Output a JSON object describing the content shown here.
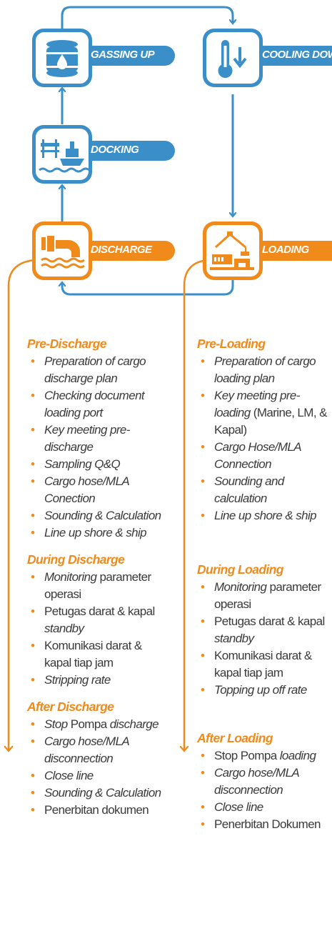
{
  "colors": {
    "blue": "#3a8fc9",
    "orange": "#f08a1a",
    "text": "#3a3a3a"
  },
  "stages": {
    "gassing_up": {
      "label": "GASSING UP",
      "icon": "oil-barrel-icon"
    },
    "cooling_down": {
      "label": "COOLING DOWN",
      "icon": "thermometer-down-icon"
    },
    "docking": {
      "label": "DOCKING",
      "icon": "ship-dock-icon"
    },
    "discharge": {
      "label": "DISCHARGE",
      "icon": "discharge-pipe-icon"
    },
    "loading": {
      "label": "LOADING",
      "icon": "loading-crane-icon"
    }
  },
  "discharge_column": {
    "pre": {
      "title": "Pre-Discharge",
      "items": [
        [
          {
            "t": "Preparation of cargo discharge plan",
            "i": true
          }
        ],
        [
          {
            "t": "Checking document loading port",
            "i": true
          }
        ],
        [
          {
            "t": "Key meeting pre-discharge",
            "i": true
          }
        ],
        [
          {
            "t": "Sampling Q&Q",
            "i": true
          }
        ],
        [
          {
            "t": "Cargo hose/MLA Conection",
            "i": true
          }
        ],
        [
          {
            "t": "Sounding & Calculation",
            "i": true
          }
        ],
        [
          {
            "t": "Line up shore & ship",
            "i": true
          }
        ]
      ]
    },
    "during": {
      "title": "During Discharge",
      "items": [
        [
          {
            "t": "Monitoring",
            "i": true
          },
          {
            "t": " parameter operasi",
            "i": false
          }
        ],
        [
          {
            "t": "Petugas darat & kapal ",
            "i": false
          },
          {
            "t": "standby",
            "i": true
          }
        ],
        [
          {
            "t": "Komunikasi darat & kapal tiap jam",
            "i": false
          }
        ],
        [
          {
            "t": "Stripping rate",
            "i": true
          }
        ]
      ]
    },
    "after": {
      "title": "After Discharge",
      "items": [
        [
          {
            "t": "Stop",
            "i": true
          },
          {
            "t": " Pompa ",
            "i": false
          },
          {
            "t": "discharge",
            "i": true
          }
        ],
        [
          {
            "t": "Cargo hose/MLA disconnection",
            "i": true
          }
        ],
        [
          {
            "t": "Close line",
            "i": true
          }
        ],
        [
          {
            "t": "Sounding & Calculation",
            "i": true
          }
        ],
        [
          {
            "t": "Penerbitan dokumen",
            "i": false
          }
        ]
      ]
    }
  },
  "loading_column": {
    "pre": {
      "title": "Pre-Loading",
      "items": [
        [
          {
            "t": "Preparation of cargo loading plan",
            "i": true
          }
        ],
        [
          {
            "t": "Key meeting pre-loading",
            "i": true
          },
          {
            "t": " (Marine, LM, & Kapal)",
            "i": false
          }
        ],
        [
          {
            "t": "Cargo Hose/MLA Connection",
            "i": true
          }
        ],
        [
          {
            "t": "Sounding and calculation",
            "i": true
          }
        ],
        [
          {
            "t": "Line up shore & ship",
            "i": true
          }
        ]
      ]
    },
    "during": {
      "title": "During Loading",
      "items": [
        [
          {
            "t": "Monitoring",
            "i": true
          },
          {
            "t": " parameter operasi",
            "i": false
          }
        ],
        [
          {
            "t": "Petugas darat & kapal ",
            "i": false
          },
          {
            "t": "standby",
            "i": true
          }
        ],
        [
          {
            "t": "Komunikasi darat & kapal tiap jam",
            "i": false
          }
        ],
        [
          {
            "t": "Topping up off rate",
            "i": true
          }
        ]
      ]
    },
    "after": {
      "title": "After Loading",
      "items": [
        [
          {
            "t": "Stop Pompa ",
            "i": false
          },
          {
            "t": "loading",
            "i": true
          }
        ],
        [
          {
            "t": "Cargo hose/MLA disconnection",
            "i": true
          }
        ],
        [
          {
            "t": "Close line",
            "i": true
          }
        ],
        [
          {
            "t": "Penerbitan Dokumen",
            "i": false
          }
        ]
      ]
    }
  }
}
